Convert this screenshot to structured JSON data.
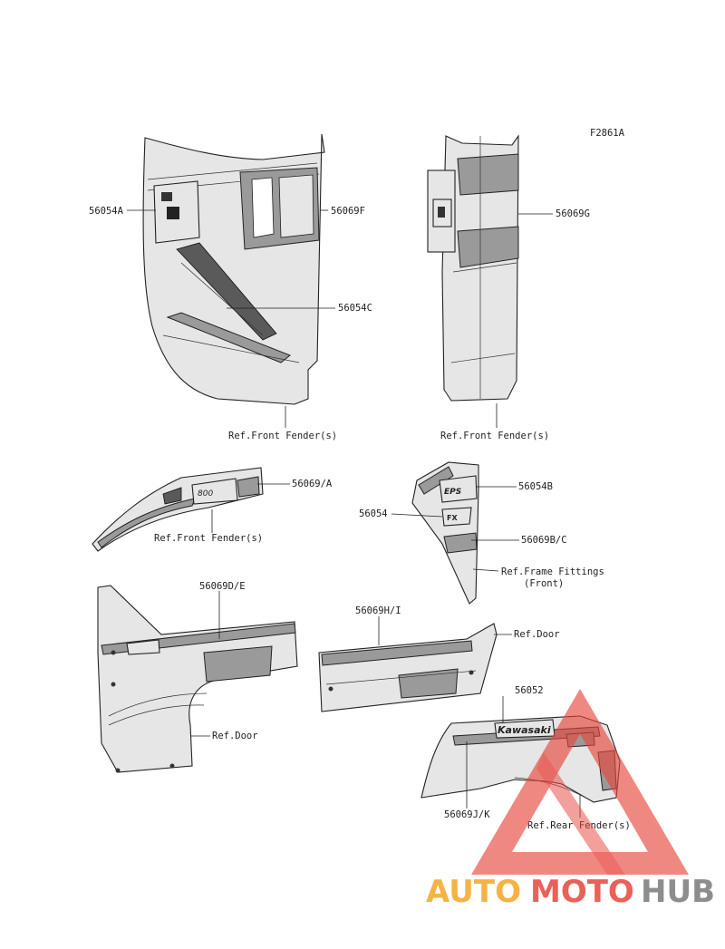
{
  "figure_code": "F2861A",
  "labels": {
    "p56054A": "56054A",
    "p56069F": "56069F",
    "p56054C": "56054C",
    "ref_front_fender_1": "Ref.Front Fender(s)",
    "p56069G": "56069G",
    "ref_front_fender_2": "Ref.Front Fender(s)",
    "p56069A": "56069/A",
    "ref_front_fender_3": "Ref.Front Fender(s)",
    "p56054B": "56054B",
    "p56054": "56054",
    "p56069BC": "56069B/C",
    "ref_frame_fittings_1": "Ref.Frame Fittings",
    "ref_frame_fittings_2": "(Front)",
    "p56069DE": "56069D/E",
    "ref_door_1": "Ref.Door",
    "p56069HI": "56069H/I",
    "ref_door_2": "Ref.Door",
    "p56052": "56052",
    "p56069JK": "56069J/K",
    "ref_rear_fender": "Ref.Rear Fender(s)"
  },
  "decal_text": {
    "kawasaki": "Kawasaki"
  },
  "watermark": {
    "part1": "AUTO",
    "part2": "MOTO",
    "part3": "HUB",
    "color_orange": "#f5a623",
    "color_red": "#e8453c",
    "color_gray": "#7a7a7a"
  }
}
